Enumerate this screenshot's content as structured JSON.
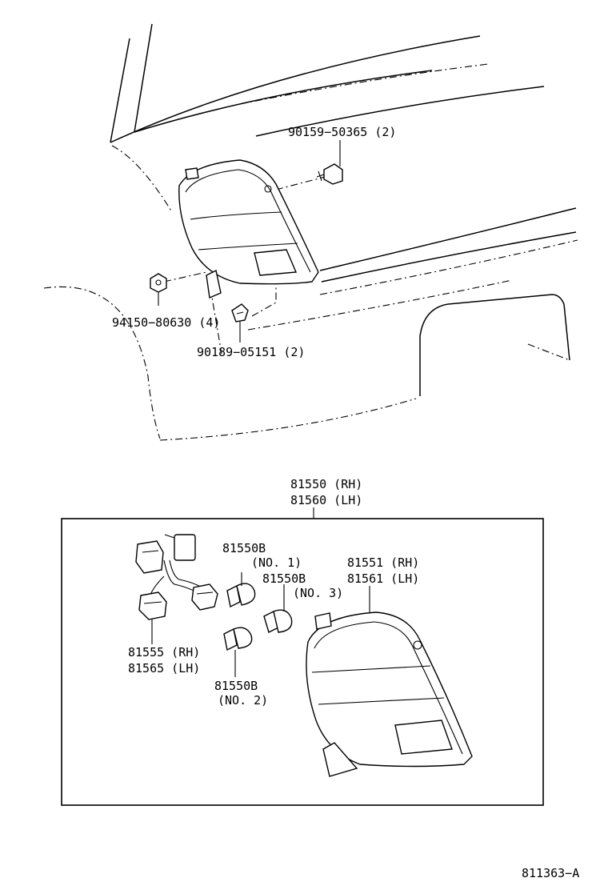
{
  "labels": {
    "bolt": "90159−50365 (2)",
    "nut": "94150−80630 (4)",
    "clip": "90189−05151 (2)",
    "assy_rh": "81550 (RH)",
    "assy_lh": "81560 (LH)",
    "socket_rh": "81555 (RH)",
    "socket_lh": "81565 (LH)",
    "bulb1_part": "81550B",
    "bulb1_no": "(NO. 1)",
    "bulb3_part": "81550B",
    "bulb3_no": "(NO. 3)",
    "bulb2_part": "81550B",
    "bulb2_no": "(NO. 2)",
    "lens_rh": "81551 (RH)",
    "lens_lh": "81561 (LH)"
  },
  "figure_id": "811363−A"
}
